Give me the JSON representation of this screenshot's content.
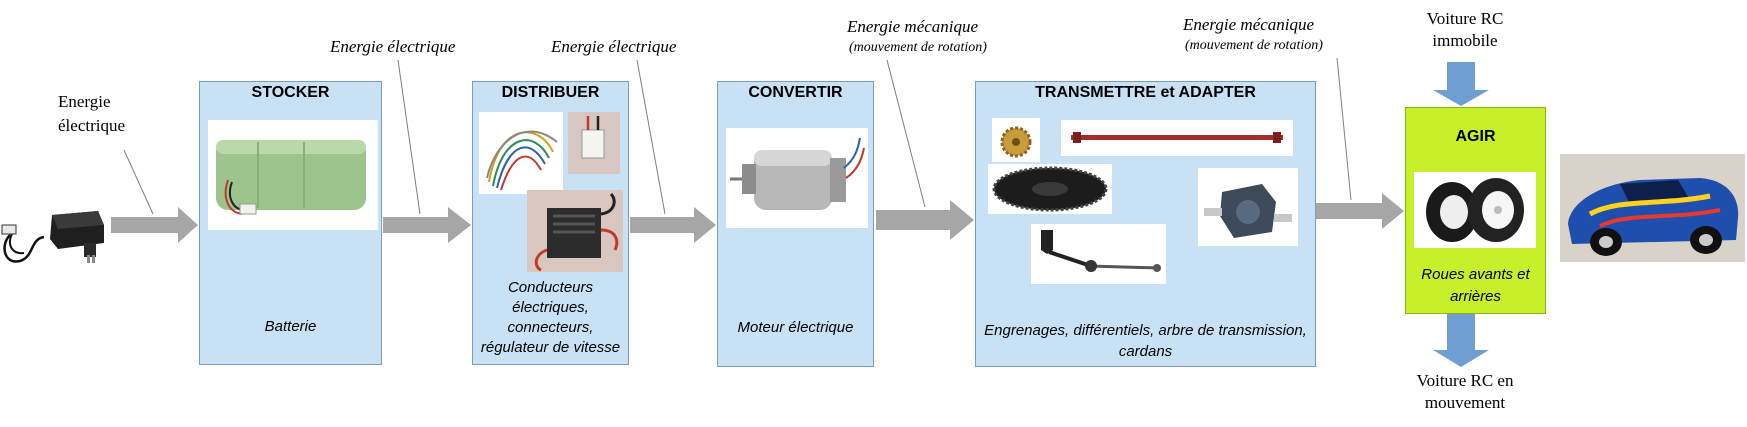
{
  "input": {
    "label_line1": "Energie",
    "label_line2": "électrique"
  },
  "flows": {
    "f1": "Energie électrique",
    "f2": "Energie électrique",
    "f3": "Energie mécanique",
    "f3_sub": "(mouvement de rotation)",
    "f4": "Energie mécanique",
    "f4_sub": "(mouvement de rotation)"
  },
  "blocks": {
    "stocker": {
      "title": "STOCKER",
      "desc": "Batterie"
    },
    "distribuer": {
      "title": "DISTRIBUER",
      "desc_lines": [
        "Conducteurs",
        "électriques,",
        "connecteurs,",
        "régulateur de vitesse"
      ]
    },
    "convertir": {
      "title": "CONVERTIR",
      "desc": "Moteur électrique"
    },
    "transmettre": {
      "title": "TRANSMETTRE et ADAPTER",
      "desc_lines": [
        "Engrenages, différentiels, arbre de transmission,",
        "cardans"
      ]
    },
    "agir": {
      "title": "AGIR",
      "desc_lines": [
        "Roues avants et",
        "arrières"
      ]
    }
  },
  "car_input": {
    "line1": "Voiture RC",
    "line2": "immobile"
  },
  "car_output": {
    "line1": "Voiture RC en",
    "line2": "mouvement"
  },
  "colors": {
    "block_fill": "#c9e1f4",
    "agir_fill": "#c7f02a",
    "arrow_grey": "#a6a6a6",
    "arrow_blue": "#6f9fd2"
  }
}
